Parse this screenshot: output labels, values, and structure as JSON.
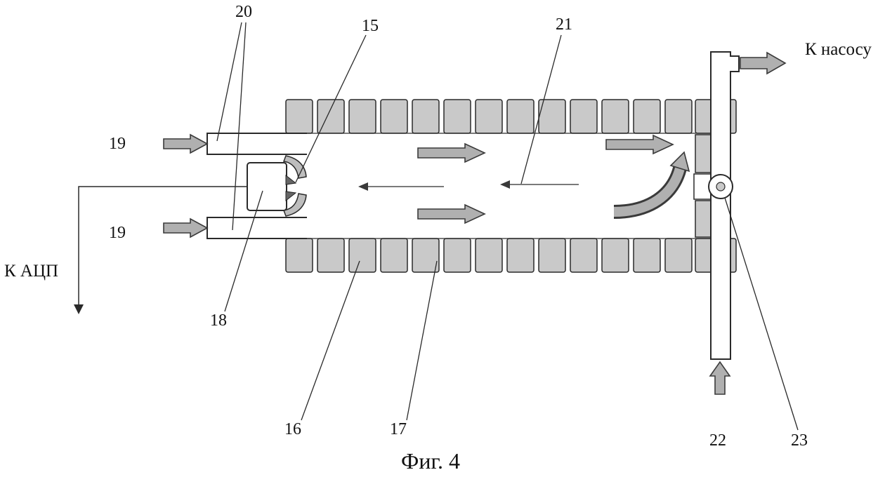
{
  "figure": {
    "caption": "Фиг. 4"
  },
  "annotations": {
    "to_pump": "К насосу",
    "to_adc": "К АЦП"
  },
  "ref_labels": {
    "n15": "15",
    "n16": "16",
    "n17": "17",
    "n18": "18",
    "n19_top": "19",
    "n19_bottom": "19",
    "n20": "20",
    "n21": "21",
    "n22": "22",
    "n23": "23"
  },
  "colors": {
    "background": "#ffffff",
    "block_fill": "#c9c9c9",
    "arrow_fill": "#b0b0b0",
    "outline": "#2a2a2a"
  }
}
